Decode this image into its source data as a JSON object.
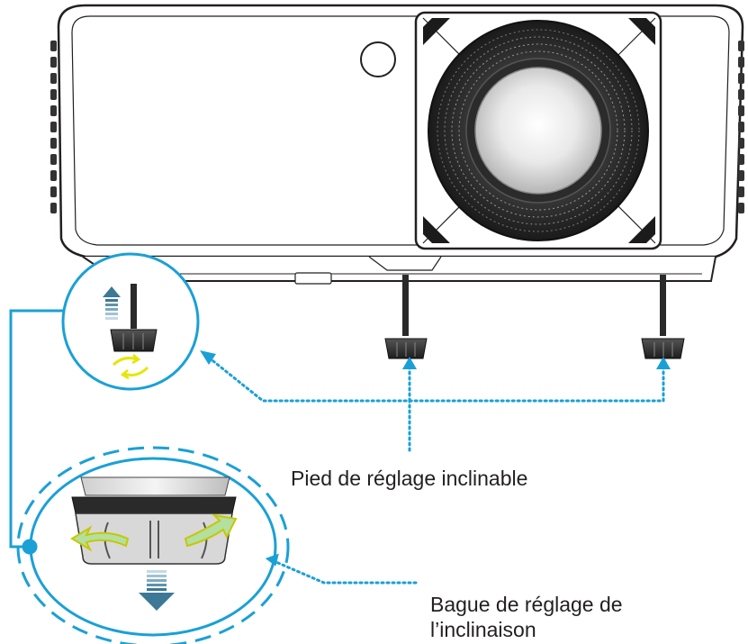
{
  "labels": {
    "tilt_foot": "Pied de réglage inclinable",
    "tilt_ring_line1": "Bague de réglage de",
    "tilt_ring_line2": "l’inclinaison"
  },
  "icons": {
    "up_arrow": "arrow-up-icon",
    "down_arrow": "arrow-down-icon",
    "rotate": "rotate-icon",
    "turn_left": "turn-left-icon",
    "turn_right": "turn-right-icon"
  },
  "colors": {
    "callout_line": "#1aa0d6",
    "dotted_arrow": "#1aa0d6",
    "rotate_arrows": "#e6e600",
    "arrow_fill": "#3d7896",
    "body_stroke": "#231f20"
  }
}
